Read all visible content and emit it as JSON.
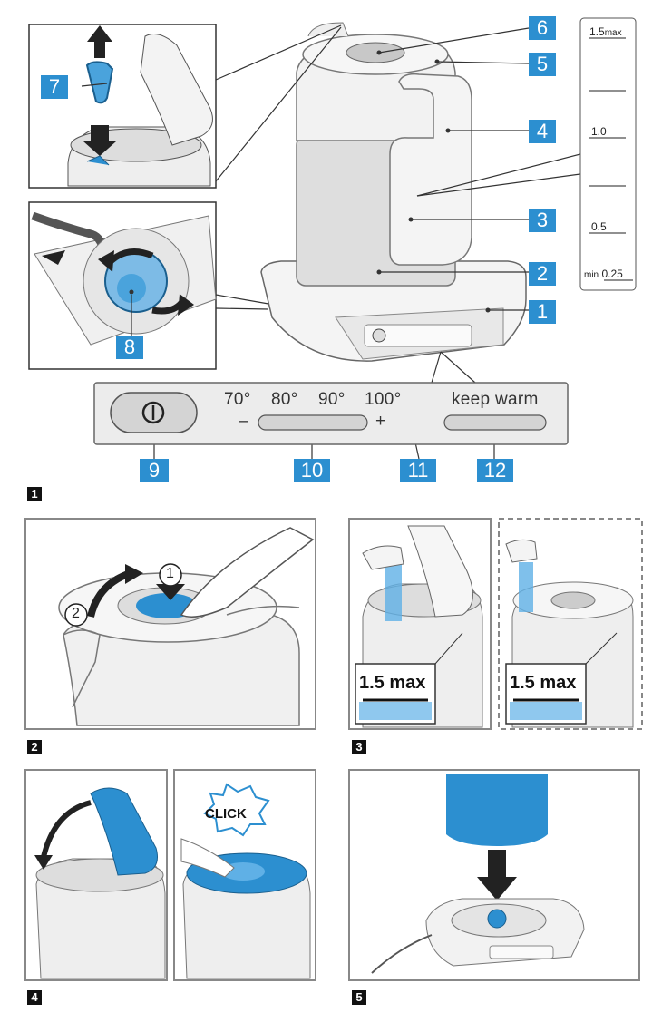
{
  "callouts": [
    "1",
    "2",
    "3",
    "4",
    "5",
    "6",
    "7",
    "8",
    "9",
    "10",
    "11",
    "12"
  ],
  "scale": {
    "max": "1.5",
    "max_unit": "max",
    "mid": "1.0",
    "low": "0.5",
    "min_unit": "min",
    "min": "0.25"
  },
  "panel": {
    "t70": "70°",
    "t80": "80°",
    "t90": "90°",
    "t100": "100°",
    "minus": "–",
    "plus": "+",
    "keep_warm": "keep warm"
  },
  "figures": [
    "1",
    "2",
    "3",
    "4",
    "5"
  ],
  "steps": {
    "one": "1",
    "two": "2"
  },
  "fill_label": "1.5 max",
  "click_label": "CLICK",
  "colors": {
    "accent": "#2c8fd0",
    "light_blue": "#8fc8ee",
    "frame": "#888888"
  },
  "icons": [
    "power-icon",
    "arrow-up-icon",
    "arrow-down-icon",
    "rotate-arrow-icon"
  ]
}
